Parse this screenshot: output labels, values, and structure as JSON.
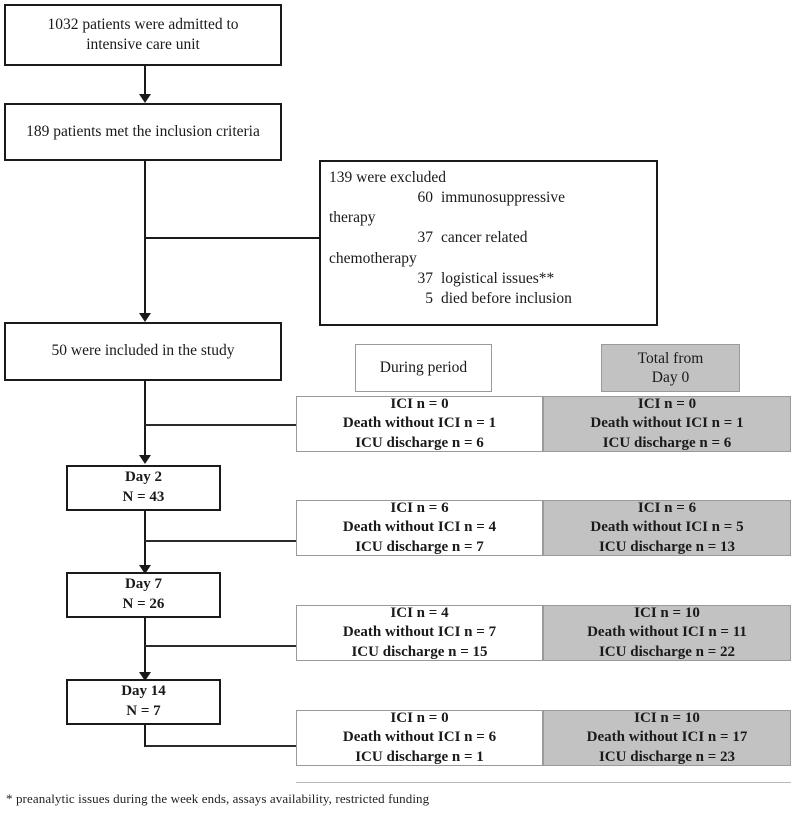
{
  "diagram": {
    "type": "study-flowchart",
    "title_visible": false,
    "colors": {
      "line": "#1a1a1a",
      "box_border": "#1a1a1a",
      "panel_border": "#9a9a9a",
      "grey_fill": "#c2c2c2",
      "white_fill": "#ffffff"
    },
    "spine": [
      {
        "id": "admitted",
        "text": "1032 patients were admitted to\nintensive care unit",
        "line1": "1032 patients were admitted to",
        "line2": "intensive care unit"
      },
      {
        "id": "inclusion-criteria",
        "line1": "189 patients met the inclusion criteria"
      },
      {
        "id": "included",
        "line1": "50 were included in the study"
      }
    ],
    "excluded": {
      "heading": "139 were excluded",
      "reasons": [
        {
          "count": "60",
          "label": "immunosuppressive"
        },
        {
          "wrap": "therapy"
        },
        {
          "count": "37",
          "label": "cancer related"
        },
        {
          "wrap": "chemotherapy"
        },
        {
          "count": "37",
          "label": "logistical issues**"
        },
        {
          "count": "5",
          "label": "died before inclusion"
        }
      ]
    },
    "column_headers": [
      {
        "id": "during-period",
        "line1": "During period",
        "line2": "",
        "shaded": false
      },
      {
        "id": "total-from-day0",
        "line1": "Total from",
        "line2": "Day 0",
        "shaded": true
      }
    ],
    "day_boxes": [
      {
        "id": "day-2",
        "line1": "Day 2",
        "line2": "N = 43"
      },
      {
        "id": "day-7",
        "line1": "Day 7",
        "line2": "N = 26"
      },
      {
        "id": "day-14",
        "line1": "Day 14",
        "line2": "N = 7"
      }
    ],
    "periods": [
      {
        "id": "period-1",
        "during": {
          "ici": "ICI n = 0",
          "death": "Death without ICI n = 1",
          "discharge": "ICU discharge n = 6"
        },
        "total": {
          "ici": "ICI n = 0",
          "death": "Death without ICI n = 1",
          "discharge": "ICU discharge n = 6"
        }
      },
      {
        "id": "period-2",
        "during": {
          "ici": "ICI n = 6",
          "death": "Death without ICI n = 4",
          "discharge": "ICU discharge n = 7"
        },
        "total": {
          "ici": "ICI n = 6",
          "death": "Death without ICI n = 5",
          "discharge": "ICU discharge n = 13"
        }
      },
      {
        "id": "period-3",
        "during": {
          "ici": "ICI n = 4",
          "death": "Death without ICI n = 7",
          "discharge": "ICU discharge n = 15"
        },
        "total": {
          "ici": "ICI n = 10",
          "death": "Death without ICI n = 11",
          "discharge": "ICU discharge n = 22"
        }
      },
      {
        "id": "period-4",
        "during": {
          "ici": "ICI n = 0",
          "death": "Death without ICI n = 6",
          "discharge": "ICU discharge n = 1"
        },
        "total": {
          "ici": "ICI n = 10",
          "death": "Death without ICI n = 17",
          "discharge": "ICU discharge n = 23"
        }
      }
    ],
    "footnote": "* preanalytic issues during the week ends, assays availability, restricted funding"
  }
}
